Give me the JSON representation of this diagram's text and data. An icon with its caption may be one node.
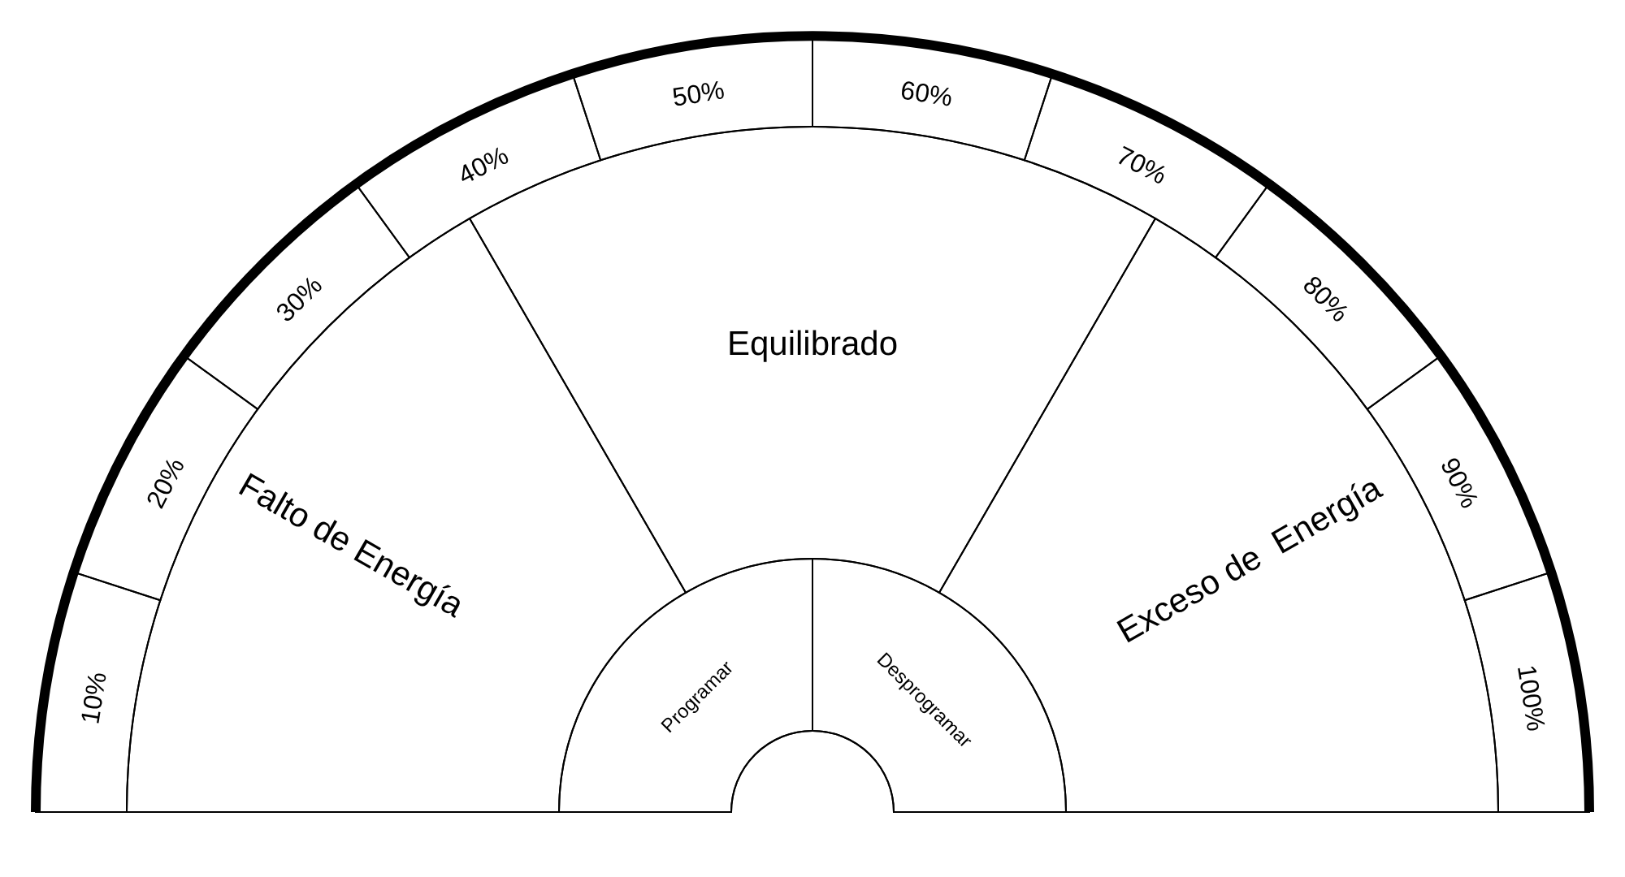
{
  "diagram": {
    "nodes": [
      {
        "text": [
          "10%"
        ]
      },
      {
        "text": [
          "20%"
        ]
      },
      {
        "text": [
          "30%"
        ]
      },
      {
        "text": [
          "40%"
        ]
      },
      {
        "text": [
          "50%"
        ]
      },
      {
        "text": [
          "60%"
        ]
      },
      {
        "text": [
          "70%"
        ]
      },
      {
        "text": [
          "80%"
        ]
      },
      {
        "text": [
          "90%"
        ]
      },
      {
        "text": [
          "100%"
        ]
      },
      {
        "text": [
          "Falto de Energía"
        ]
      },
      {
        "text": [
          "Equilibrado"
        ]
      },
      {
        "text": [
          "Exceso de  Energía"
        ]
      },
      {
        "text": [
          "Programar"
        ]
      },
      {
        "text": [
          "Desprogramar"
        ]
      },
      {
        "text": [],
        "shape": "semicircle"
      }
    ]
  }
}
